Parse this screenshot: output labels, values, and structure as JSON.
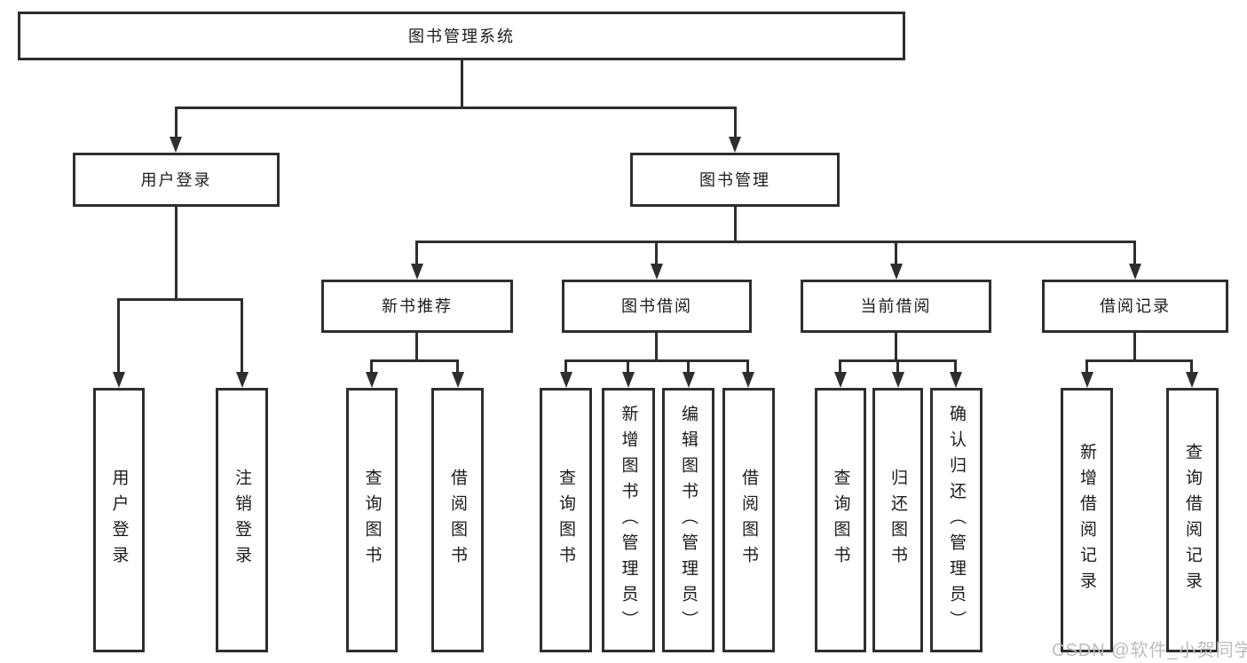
{
  "diagram": {
    "title_node": {
      "label": "图书管理系统"
    },
    "branches": [
      {
        "label": "用户登录"
      },
      {
        "label": "图书管理"
      }
    ],
    "modules": [
      {
        "label": "新书推荐"
      },
      {
        "label": "图书借阅"
      },
      {
        "label": "当前借阅"
      },
      {
        "label": "借阅记录"
      }
    ],
    "leaves": [
      {
        "label": "用户登录",
        "parent": "用户登录"
      },
      {
        "label": "注销登录",
        "parent": "用户登录"
      },
      {
        "label": "查询图书",
        "parent": "新书推荐"
      },
      {
        "label": "借阅图书",
        "parent": "新书推荐"
      },
      {
        "label": "查询图书",
        "parent": "图书借阅"
      },
      {
        "label": "新增图书（管理员）",
        "parent": "图书借阅"
      },
      {
        "label": "编辑图书（管理员）",
        "parent": "图书借阅"
      },
      {
        "label": "借阅图书",
        "parent": "图书借阅"
      },
      {
        "label": "查询图书",
        "parent": "当前借阅"
      },
      {
        "label": "归还图书",
        "parent": "当前借阅"
      },
      {
        "label": "确认归还（管理员）",
        "parent": "当前借阅"
      },
      {
        "label": "新增借阅记录",
        "parent": "借阅记录"
      },
      {
        "label": "查询借阅记录",
        "parent": "借阅记录"
      }
    ]
  },
  "watermark": {
    "text": "CSDN @软件_小贺同学"
  },
  "colors": {
    "background": "#ffffff",
    "line": "#2e2e2e",
    "node_text": "#1b1b1b",
    "watermark": "#bdbdbd"
  }
}
